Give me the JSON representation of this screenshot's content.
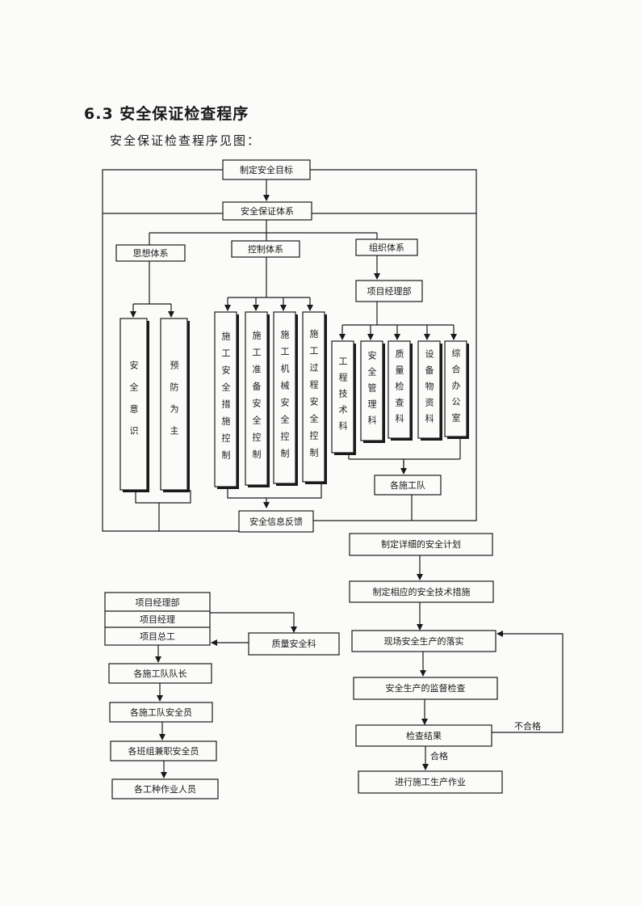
{
  "heading": "6.3 安全保证检查程序",
  "intro": "安全保证检查程序见图：",
  "flow": {
    "goal": "制定安全目标",
    "system": "安全保证体系",
    "thought": "思想体系",
    "control": "控制体系",
    "org": "组织体系",
    "pm_dept": "项目经理部",
    "v_safety_awareness": "安全意识",
    "v_prevention": "预防为主",
    "v_c1": "施工安全措施控制",
    "v_c2": "施工准备安全控制",
    "v_c3": "施工机械安全控制",
    "v_c4": "施工过程安全控制",
    "v_d1": "工程技术科",
    "v_d2": "安全管理科",
    "v_d3": "质量检查科",
    "v_d4": "设备物资科",
    "v_d5": "综合办公室",
    "teams": "各施工队",
    "feedback": "安全信息反馈",
    "plan": "制定详细的安全计划",
    "measures": "制定相应的安全技术措施",
    "implement": "现场安全生产的落实",
    "supervise": "安全生产的监督检查",
    "result": "检查结果",
    "fail": "不合格",
    "pass": "合格",
    "proceed": "进行施工生产作业"
  },
  "org": {
    "pm_dept": "项目经理部",
    "pm": "项目经理",
    "chief": "项目总工",
    "qsd": "质量安全科",
    "leader": "各施工队队长",
    "officer": "各施工队安全员",
    "group": "各班组兼职安全员",
    "workers": "各工种作业人员"
  }
}
